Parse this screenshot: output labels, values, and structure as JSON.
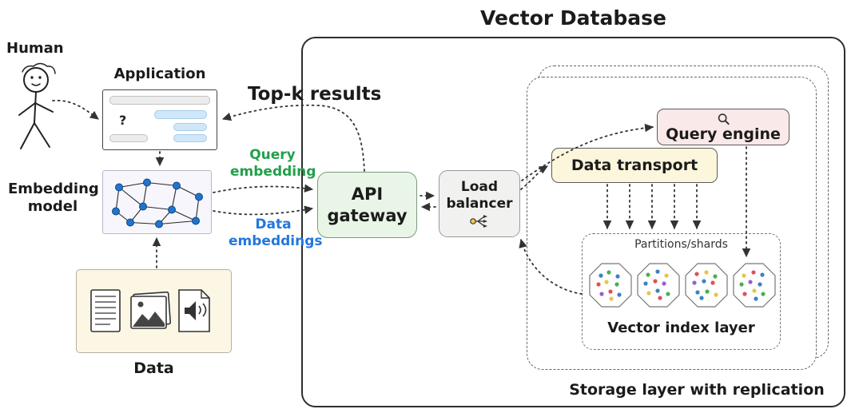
{
  "diagram": {
    "title": "Vector Database",
    "actors": {
      "human": "Human",
      "application": "Application",
      "app_placeholder": "?",
      "embedding_model": "Embedding model",
      "data": "Data"
    },
    "flow_labels": {
      "top_k_results": "Top-k results",
      "query_embedding": "Query embedding",
      "data_embeddings": "Data embeddings"
    },
    "components": {
      "api_gateway": "API gateway",
      "load_balancer": "Load balancer",
      "data_transport": "Data transport",
      "query_engine": "Query engine",
      "partitions_shards": "Partitions/shards",
      "vector_index_layer": "Vector index layer",
      "storage_layer": "Storage layer with replication"
    },
    "colors": {
      "query_embedding_text": "#22a04a",
      "data_embeddings_text": "#2277dd",
      "api_gateway_bg": "#e9f5e6",
      "load_balancer_bg": "#f1f1ef",
      "data_transport_bg": "#fcf6dc",
      "query_engine_bg": "#f9e9e8",
      "data_box_bg": "#fbf7e4",
      "embedding_box_bg": "#f6f6fc",
      "embedding_node": "#2273cf",
      "arrow": "#333333",
      "vector_dot_palette": [
        "#3b82c4",
        "#4caf50",
        "#e05252",
        "#e8c547",
        "#9c5fc4"
      ]
    }
  }
}
